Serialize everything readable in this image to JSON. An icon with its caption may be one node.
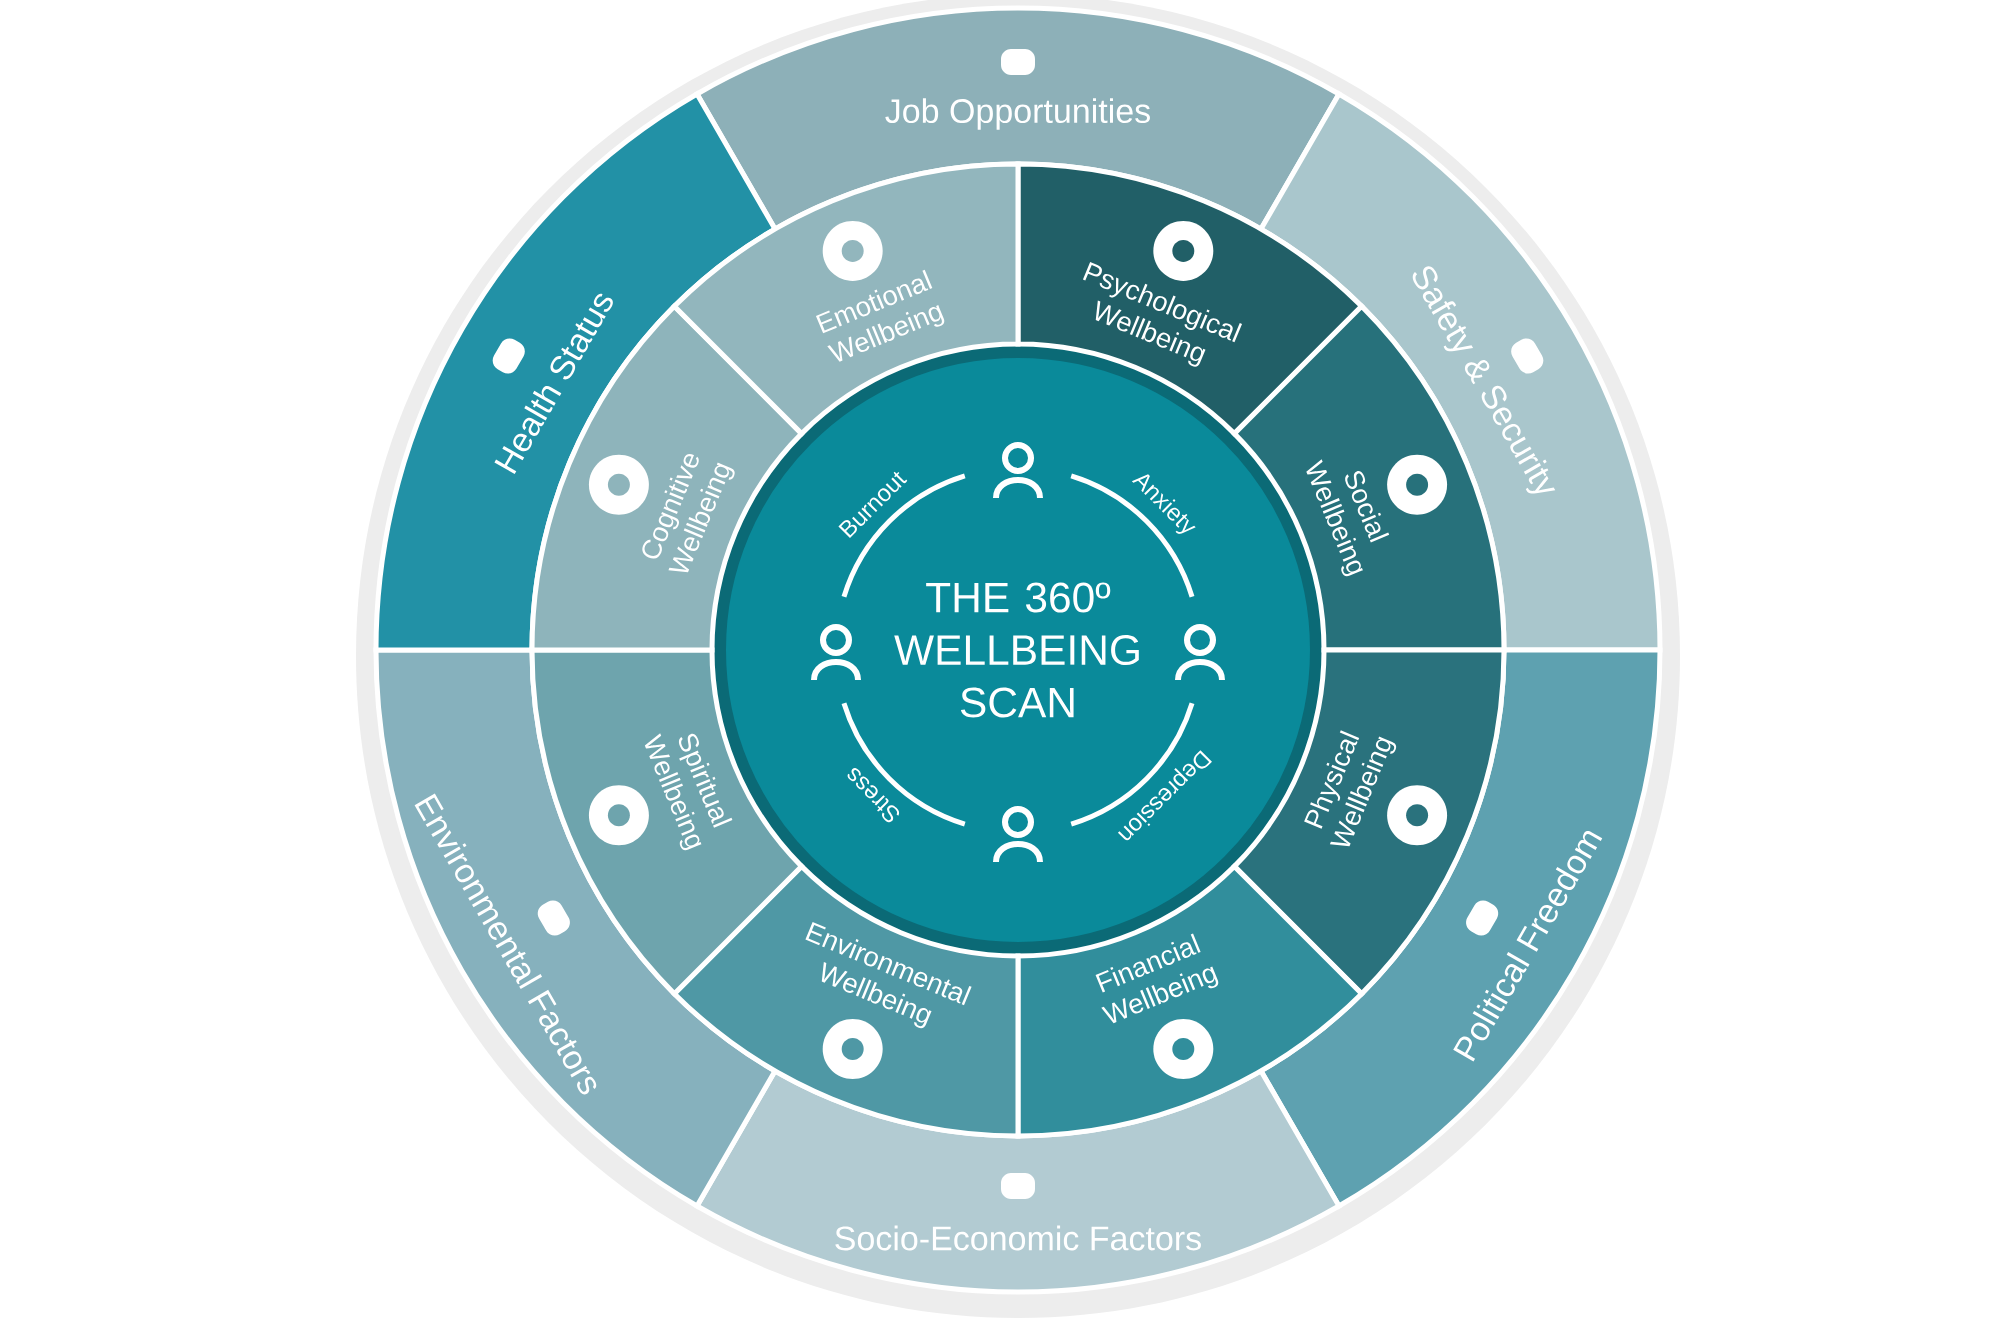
{
  "diagram": {
    "nodes": [
      {
        "text": [
          "THE 360º WELLBEING SCAN"
        ]
      },
      {
        "text": [
          "Job Opportunities"
        ]
      },
      {
        "text": [
          "Safety & Security"
        ]
      },
      {
        "text": [
          "Political Freedom"
        ]
      },
      {
        "text": [
          "Socio-Economic Factors"
        ]
      },
      {
        "text": [
          "Environmental Factors"
        ]
      },
      {
        "text": [
          "Health Status"
        ]
      },
      {
        "text": [
          "Psychological Wellbeing"
        ]
      },
      {
        "text": [
          "Social Wellbeing"
        ]
      },
      {
        "text": [
          "Physical Wellbeing"
        ]
      },
      {
        "text": [
          "Financial Wellbeing"
        ]
      },
      {
        "text": [
          "Environmental Wellbeing"
        ]
      },
      {
        "text": [
          "Spiritual Wellbeing"
        ]
      },
      {
        "text": [
          "Cognitive Wellbeing"
        ]
      },
      {
        "text": [
          "Emotional Wellbeing"
        ]
      }
    ],
    "labels": [
      "Burnout",
      "Anxiety",
      "Depression",
      "Stress"
    ]
  }
}
